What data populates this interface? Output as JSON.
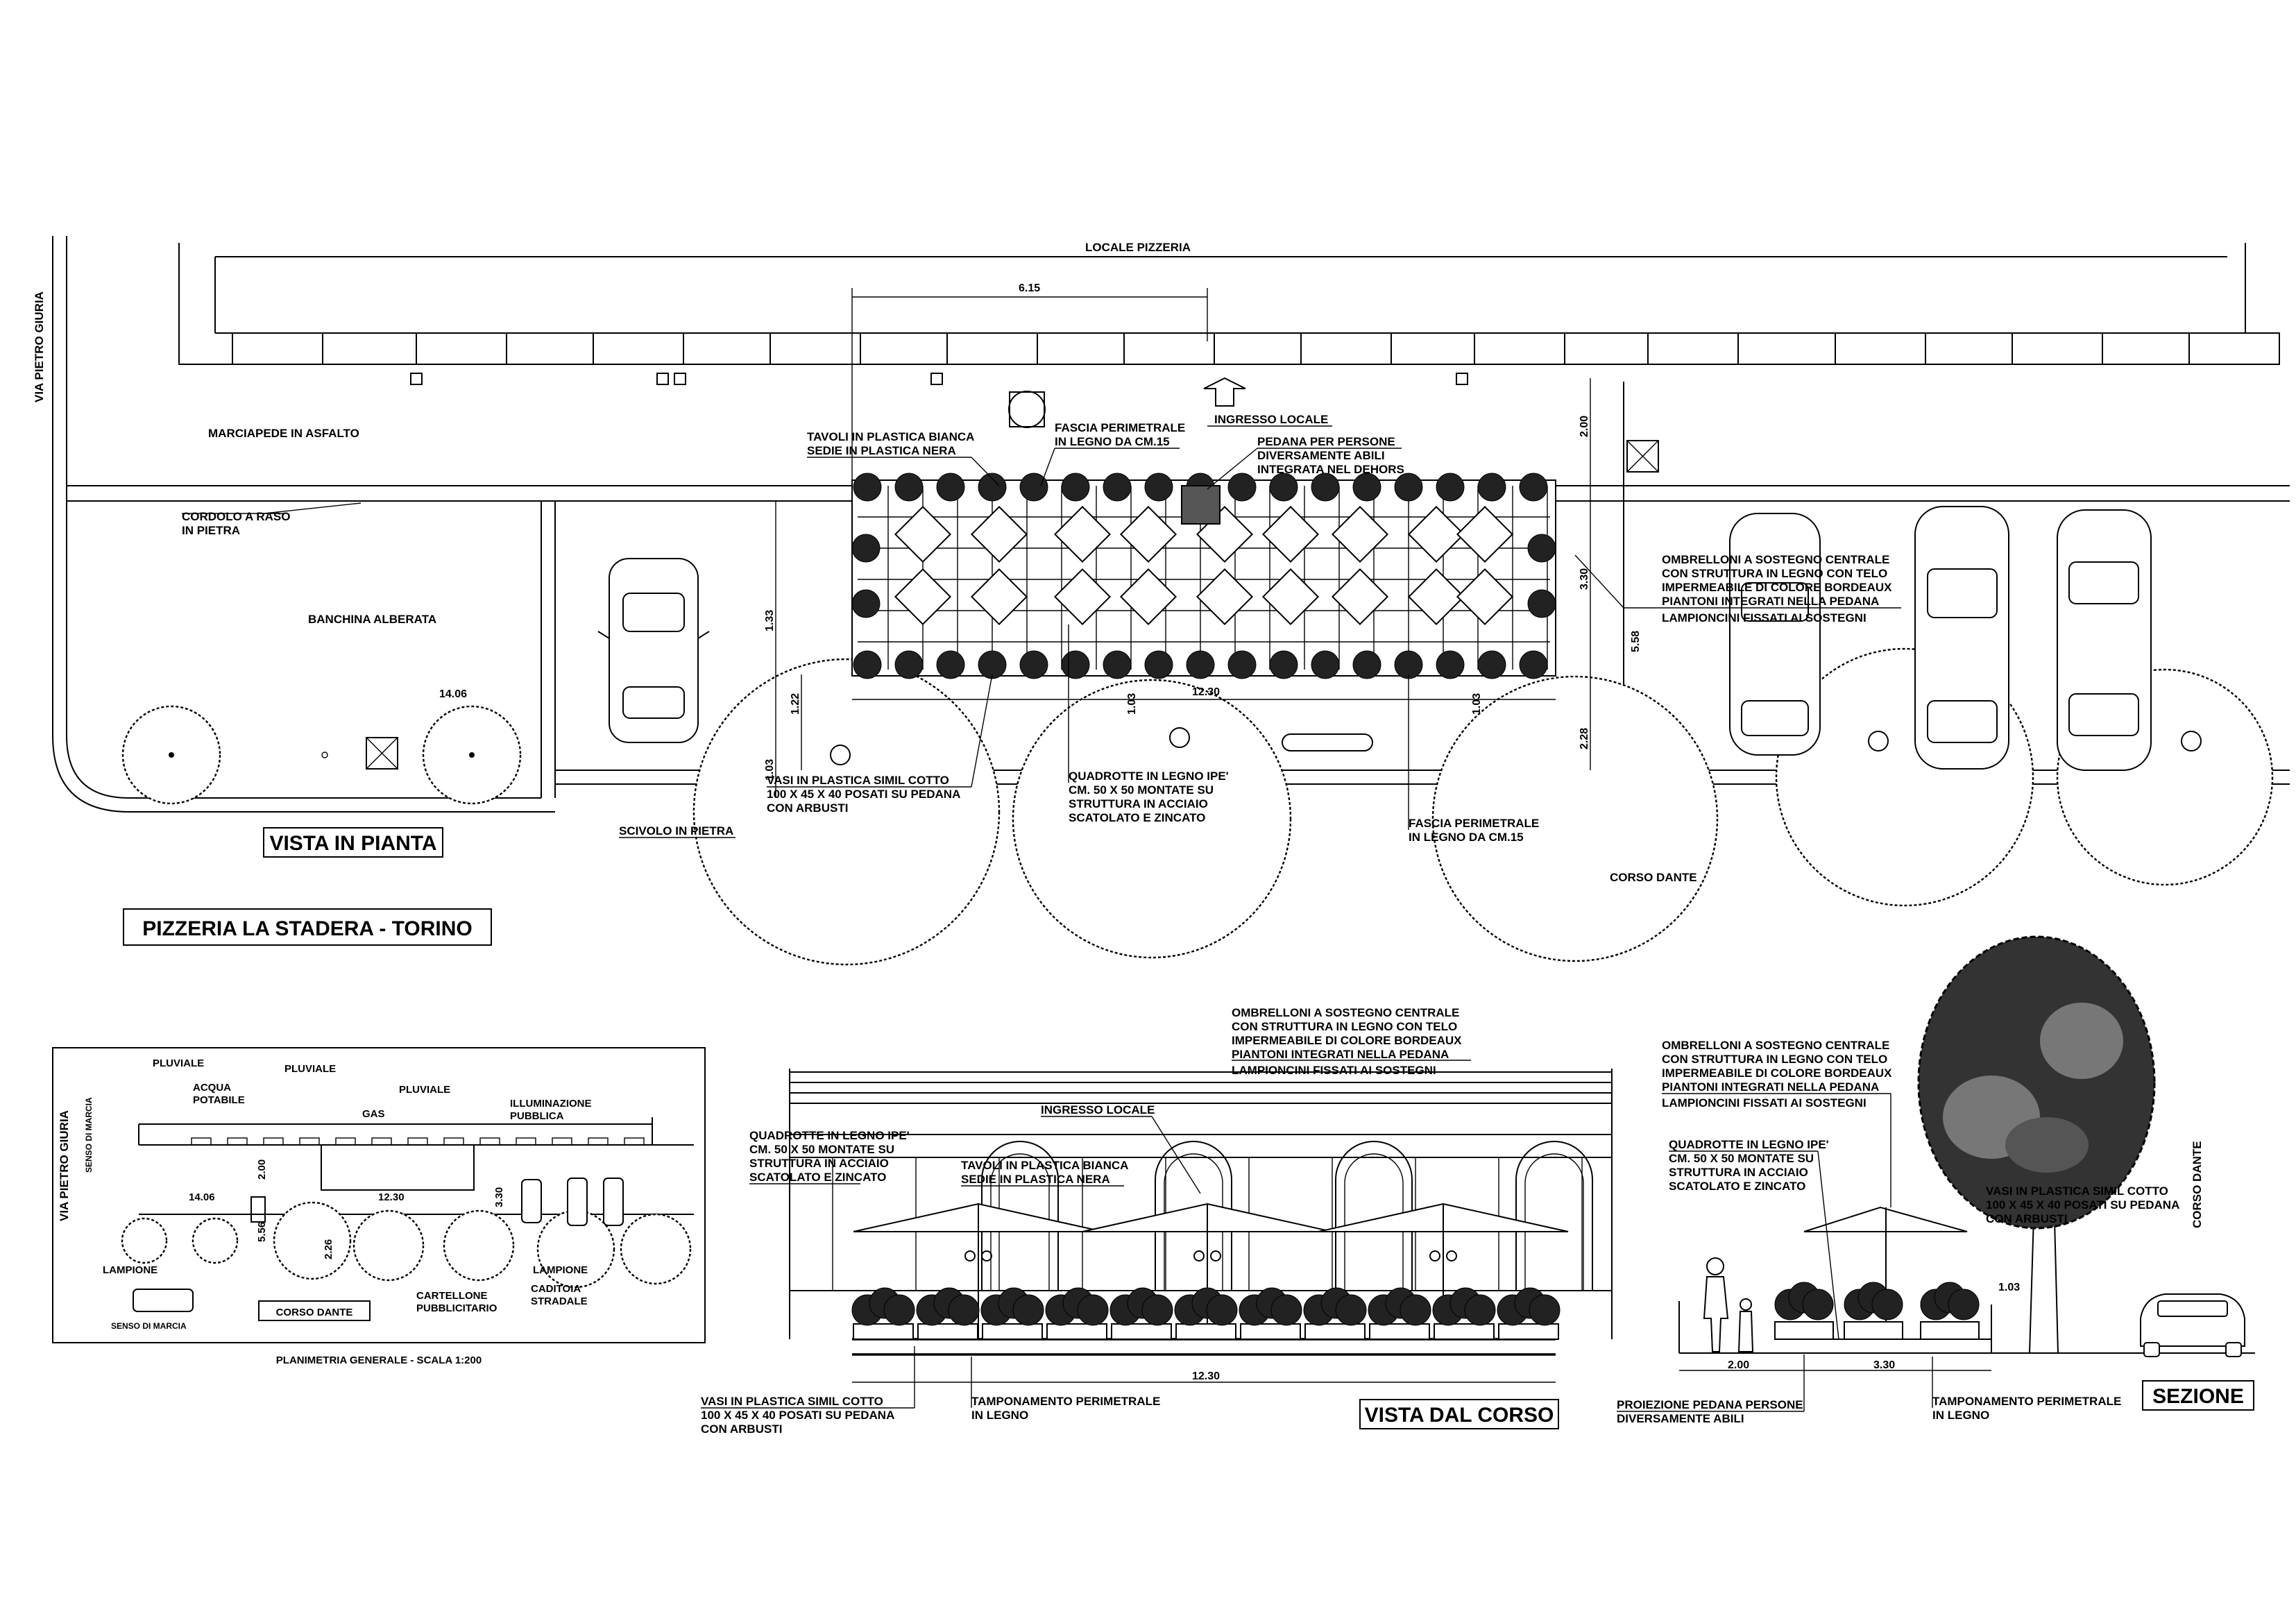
{
  "titles": {
    "project": "PIZZERIA LA STADERA - TORINO",
    "plan_view": "VISTA IN PIANTA",
    "street_view": "VISTA DAL CORSO",
    "section": "SEZIONE",
    "general_plan": "PLANIMETRIA GENERALE - SCALA 1:200"
  },
  "plan": {
    "building": "LOCALE PIZZERIA",
    "street_side": "VIA PIETRO GIURIA",
    "street_main": "CORSO DANTE",
    "sidewalk": "MARCIAPEDE IN ASFALTO",
    "curb": [
      "CORDOLO A RASO",
      "IN PIETRA"
    ],
    "tree_strip": "BANCHINA ALBERATA",
    "ramp": "SCIVOLO IN PIETRA",
    "entrance": "INGRESSO LOCALE",
    "tables": [
      "TAVOLI IN PLASTICA BIANCA",
      "SEDIE IN PLASTICA NERA"
    ],
    "border": [
      "FASCIA PERIMETRALE",
      "IN LEGNO DA CM.15"
    ],
    "border_low": [
      "FASCIA PERIMETRALE",
      "IN LEGNO DA CM.15"
    ],
    "platform": [
      "PEDANA PER PERSONE",
      "DIVERSAMENTE ABILI",
      "INTEGRATA NEL DEHORS"
    ],
    "umbrellas": [
      "OMBRELLONI A SOSTEGNO CENTRALE",
      "CON STRUTTURA IN LEGNO CON TELO",
      "IMPERMEABILE DI COLORE BORDEAUX",
      "PIANTONI INTEGRATI NELLA PEDANA",
      "LAMPIONCINI FISSATI AI SOSTEGNI"
    ],
    "pots": [
      "VASI IN PLASTICA SIMIL COTTO",
      "100 X 45 X 40 POSATI SU PEDANA",
      "CON ARBUSTI"
    ],
    "tiles": [
      "QUADROTTE IN LEGNO IPE'",
      "CM. 50 X 50 MONTATE SU",
      "STRUTTURA IN ACCIAIO",
      "SCATOLATO E ZINCATO"
    ],
    "dims": {
      "top": "6.15",
      "length": "12.30",
      "sidewalk_w": "14.06",
      "d_200": "2.00",
      "d_330": "3.30",
      "d_558": "5.58",
      "d_228": "2.28",
      "d_122": "1.22",
      "d_103a": "1.03",
      "d_103b": "1.03",
      "d_103c": "1.03",
      "d_133": "1.33"
    }
  },
  "street_view": {
    "entrance": "INGRESSO LOCALE",
    "umbrellas": [
      "OMBRELLONI A SOSTEGNO CENTRALE",
      "CON STRUTTURA IN LEGNO CON TELO",
      "IMPERMEABILE DI COLORE BORDEAUX",
      "PIANTONI INTEGRATI NELLA PEDANA",
      "LAMPIONCINI FISSATI AI SOSTEGNI"
    ],
    "tiles": [
      "QUADROTTE IN LEGNO IPE'",
      "CM. 50 X 50 MONTATE SU",
      "STRUTTURA IN ACCIAIO",
      "SCATOLATO E ZINCATO"
    ],
    "tables": [
      "TAVOLI IN PLASTICA BIANCA",
      "SEDIE IN PLASTICA NERA"
    ],
    "pots": [
      "VASI IN PLASTICA SIMIL COTTO",
      "100 X 45 X 40 POSATI SU PEDANA",
      "CON ARBUSTI"
    ],
    "panel": [
      "TAMPONAMENTO PERIMETRALE",
      "IN LEGNO"
    ],
    "length": "12.30"
  },
  "section": {
    "umbrellas": [
      "OMBRELLONI A SOSTEGNO CENTRALE",
      "CON STRUTTURA IN LEGNO CON TELO",
      "IMPERMEABILE DI COLORE BORDEAUX",
      "PIANTONI INTEGRATI NELLA PEDANA",
      "LAMPIONCINI FISSATI AI SOSTEGNI"
    ],
    "tiles": [
      "QUADROTTE IN LEGNO IPE'",
      "CM. 50 X 50 MONTATE SU",
      "STRUTTURA IN ACCIAIO",
      "SCATOLATO E ZINCATO"
    ],
    "pots": [
      "VASI IN PLASTICA SIMIL COTTO",
      "100 X 45 X 40 POSATI SU PEDANA",
      "CON ARBUSTI"
    ],
    "platform": [
      "PROIEZIONE PEDANA PERSONE",
      "DIVERSAMENTE ABILI"
    ],
    "panel": [
      "TAMPONAMENTO PERIMETRALE",
      "IN LEGNO"
    ],
    "street": "CORSO DANTE",
    "d_200": "2.00",
    "d_330": "3.30",
    "d_103": "1.03"
  },
  "general": {
    "downpipe1": "PLUVIALE",
    "downpipe2": "PLUVIALE",
    "downpipe3": "PLUVIALE",
    "water": [
      "ACQUA",
      "POTABILE"
    ],
    "gas": "GAS",
    "lighting": [
      "ILLUMINAZIONE",
      "PUBBLICA"
    ],
    "street_side": "VIA PIETRO GIURIA",
    "direction1": "SENSO DI MARCIA",
    "direction2": "SENSO DI MARCIA",
    "lamp1": "LAMPIONE",
    "lamp2": "LAMPIONE",
    "street_main": "CORSO DANTE",
    "billboard": [
      "CARTELLONE",
      "PUBBLICITARIO"
    ],
    "drain": [
      "CADITOIA",
      "STRADALE"
    ],
    "d_1406": "14.06",
    "d_1230": "12.30",
    "d_200": "2.00",
    "d_330": "3.30",
    "d_556": "5.56",
    "d_226": "2.26"
  }
}
